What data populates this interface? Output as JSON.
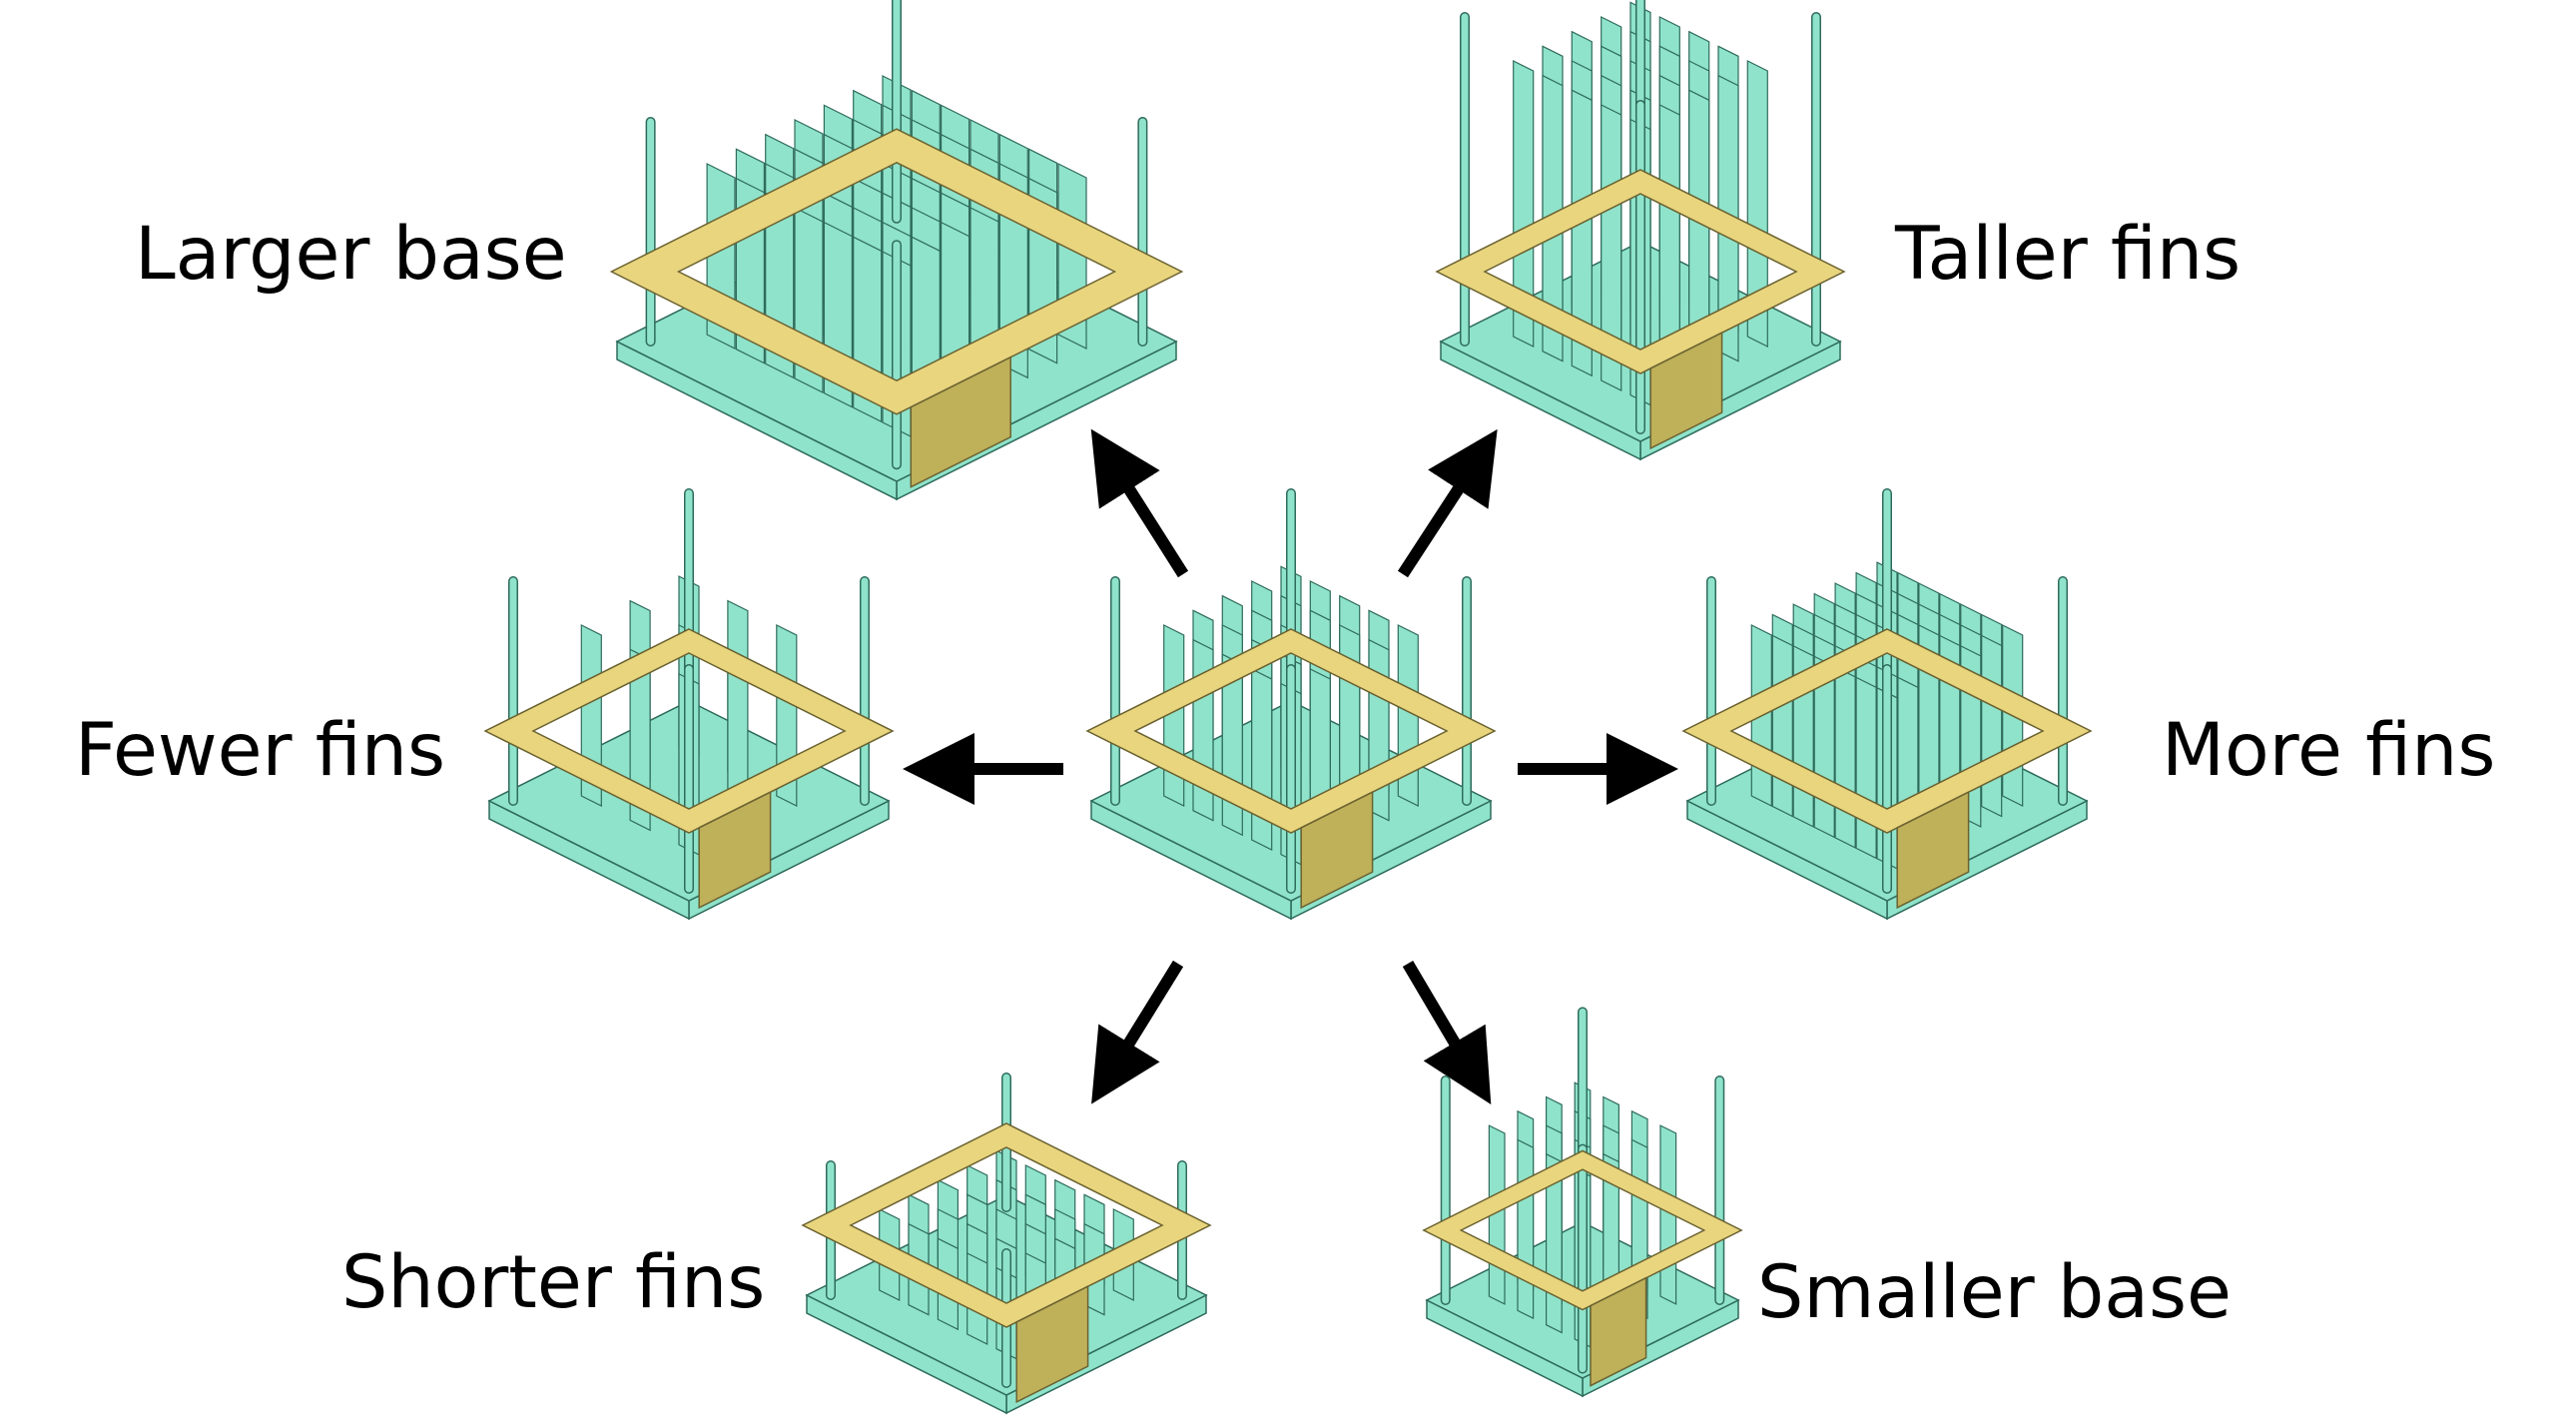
{
  "labels": {
    "larger_base": "Larger base",
    "taller_fins": "Taller fins",
    "fewer_fins": "Fewer fins",
    "more_fins": "More fins",
    "shorter_fins": "Shorter fins",
    "smaller_base": "Smaller base"
  },
  "colors": {
    "fin": "#8fe3cb",
    "fin_edge": "#2f6b5c",
    "bracket": "#e8d57e",
    "bracket_side": "#bfb05a",
    "arrow": "#000000",
    "background": "#ffffff"
  },
  "variants": [
    {
      "id": "center",
      "grid": 5,
      "fin_height": 1.0,
      "base_scale": 1.0
    },
    {
      "id": "larger-base",
      "grid": 7,
      "fin_height": 1.0,
      "base_scale": 1.4
    },
    {
      "id": "taller-fins",
      "grid": 5,
      "fin_height": 1.7,
      "base_scale": 1.0
    },
    {
      "id": "fewer-fins",
      "grid": 3,
      "fin_height": 1.0,
      "base_scale": 1.0
    },
    {
      "id": "more-fins",
      "grid": 7,
      "fin_height": 1.0,
      "base_scale": 1.0
    },
    {
      "id": "shorter-fins",
      "grid": 5,
      "fin_height": 0.4,
      "base_scale": 1.0
    },
    {
      "id": "smaller-base",
      "grid": 4,
      "fin_height": 1.0,
      "base_scale": 0.78
    }
  ]
}
